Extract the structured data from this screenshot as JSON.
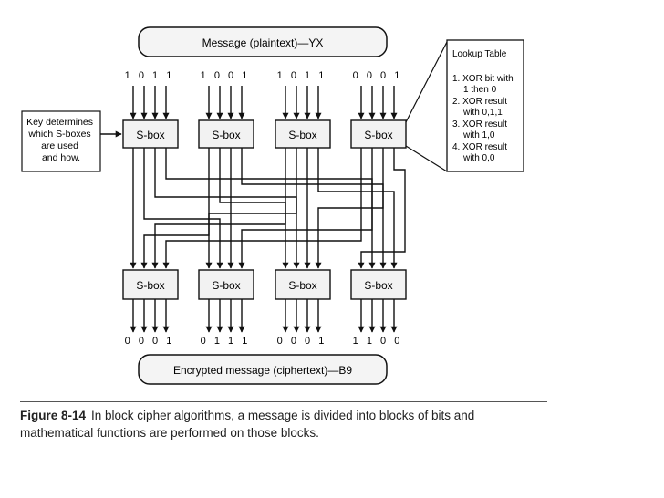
{
  "diagram": {
    "message_top": "Message (plaintext)—YX",
    "message_bottom": "Encrypted message (ciphertext)—B9",
    "input_bits": [
      "1 0 1 1",
      "1 0 0 1",
      "1 0 1 1",
      "0 0 0 1"
    ],
    "output_bits": [
      "0 0 0 1",
      "0 1 1 1",
      "0 0 0 1",
      "1 1 0 0"
    ],
    "sbox_label": "S-box",
    "key_note": [
      "Key determines",
      "which S-boxes",
      "are used",
      "and how."
    ],
    "lookup_table": {
      "title": "Lookup Table",
      "lines": [
        "1. XOR bit with",
        "1 then 0",
        "2. XOR result",
        "with 0,1,1",
        "3. XOR result",
        "with 1,0",
        "4. XOR result",
        "with 0,0"
      ]
    }
  },
  "caption": {
    "label": "Figure 8-14",
    "text": "In block cipher algorithms, a message is divided into blocks of bits and mathematical functions are performed on those blocks."
  }
}
